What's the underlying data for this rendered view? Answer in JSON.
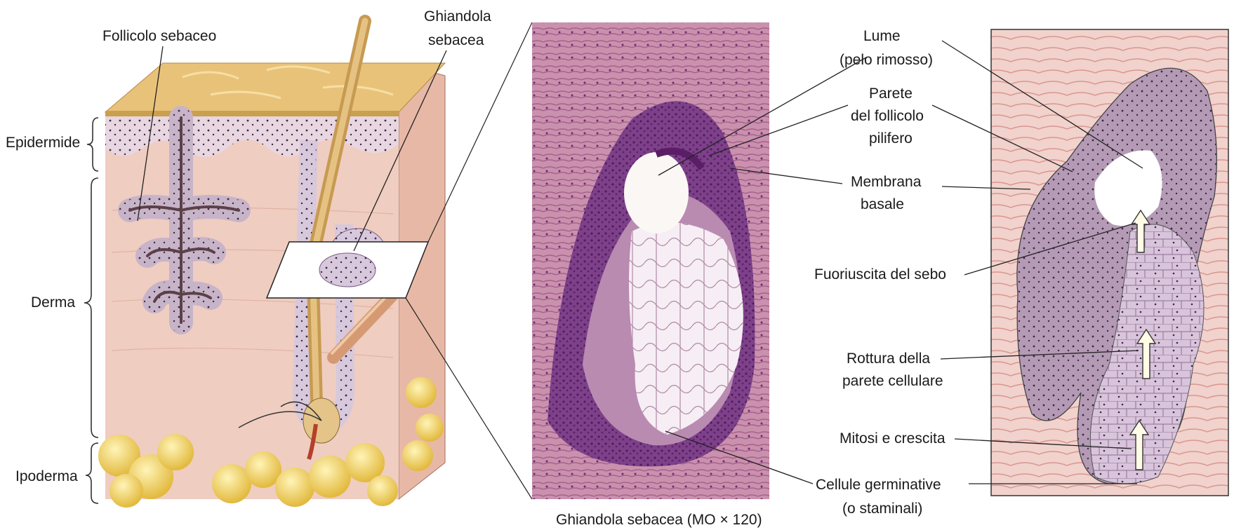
{
  "left_diagram": {
    "layer_labels": {
      "epidermis": "Epidermide",
      "dermis": "Derma",
      "hypodermis": "Ipoderma"
    },
    "callouts": {
      "sebaceous_follicle": "Follicolo sebaceo",
      "sebaceous_gland_line1": "Ghiandola",
      "sebaceous_gland_line2": "sebacea"
    }
  },
  "micrograph": {
    "caption": "Ghiandola sebacea (MO × 120)"
  },
  "middle_labels": {
    "lumen_line1": "Lume",
    "lumen_line2": "(pelo rimosso)",
    "wall_line1": "Parete",
    "wall_line2": "del follicolo",
    "wall_line3": "pilifero",
    "membrane_line1": "Membrana",
    "membrane_line2": "basale",
    "sebum_outflow": "Fuoriuscita del sebo",
    "rupture_line1": "Rottura della",
    "rupture_line2": "parete cellulare",
    "mitosis": "Mitosi e crescita",
    "germinative_line1": "Cellule germinative",
    "germinative_line2": "(o staminali)"
  },
  "colors": {
    "skin_top": "#e9c27a",
    "dermis": "#efcdc0",
    "epidermis": "#e8d6e0",
    "fat": "#f2d36a",
    "hair": "#d9b46a",
    "histo_bg": "#c98aa8",
    "histo_dark": "#7a3a86",
    "schematic_bg": "#f3d3cf",
    "schematic_tissue": "#b49ab5"
  }
}
